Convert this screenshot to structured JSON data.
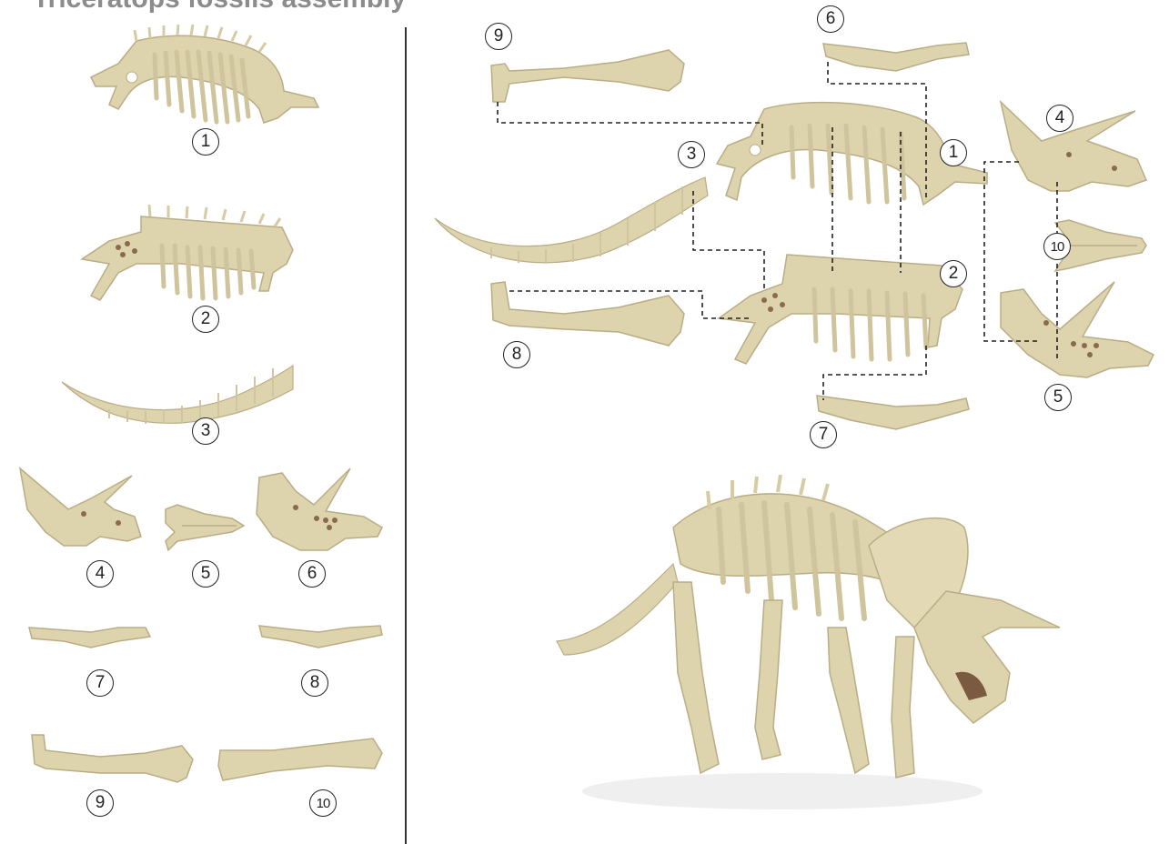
{
  "title": "Triceratops fossils assembly",
  "colors": {
    "bone": "#ddd3ad",
    "bone_dark": "#b9ad86",
    "line": "#222222",
    "title": "#8c8c8c"
  },
  "parts_panel": {
    "labels": [
      "1",
      "2",
      "3",
      "4",
      "5",
      "6",
      "7",
      "8",
      "9",
      "10"
    ]
  },
  "assembly_panel": {
    "labels": [
      "9",
      "6",
      "3",
      "1",
      "4",
      "10",
      "8",
      "2",
      "5",
      "7"
    ]
  }
}
